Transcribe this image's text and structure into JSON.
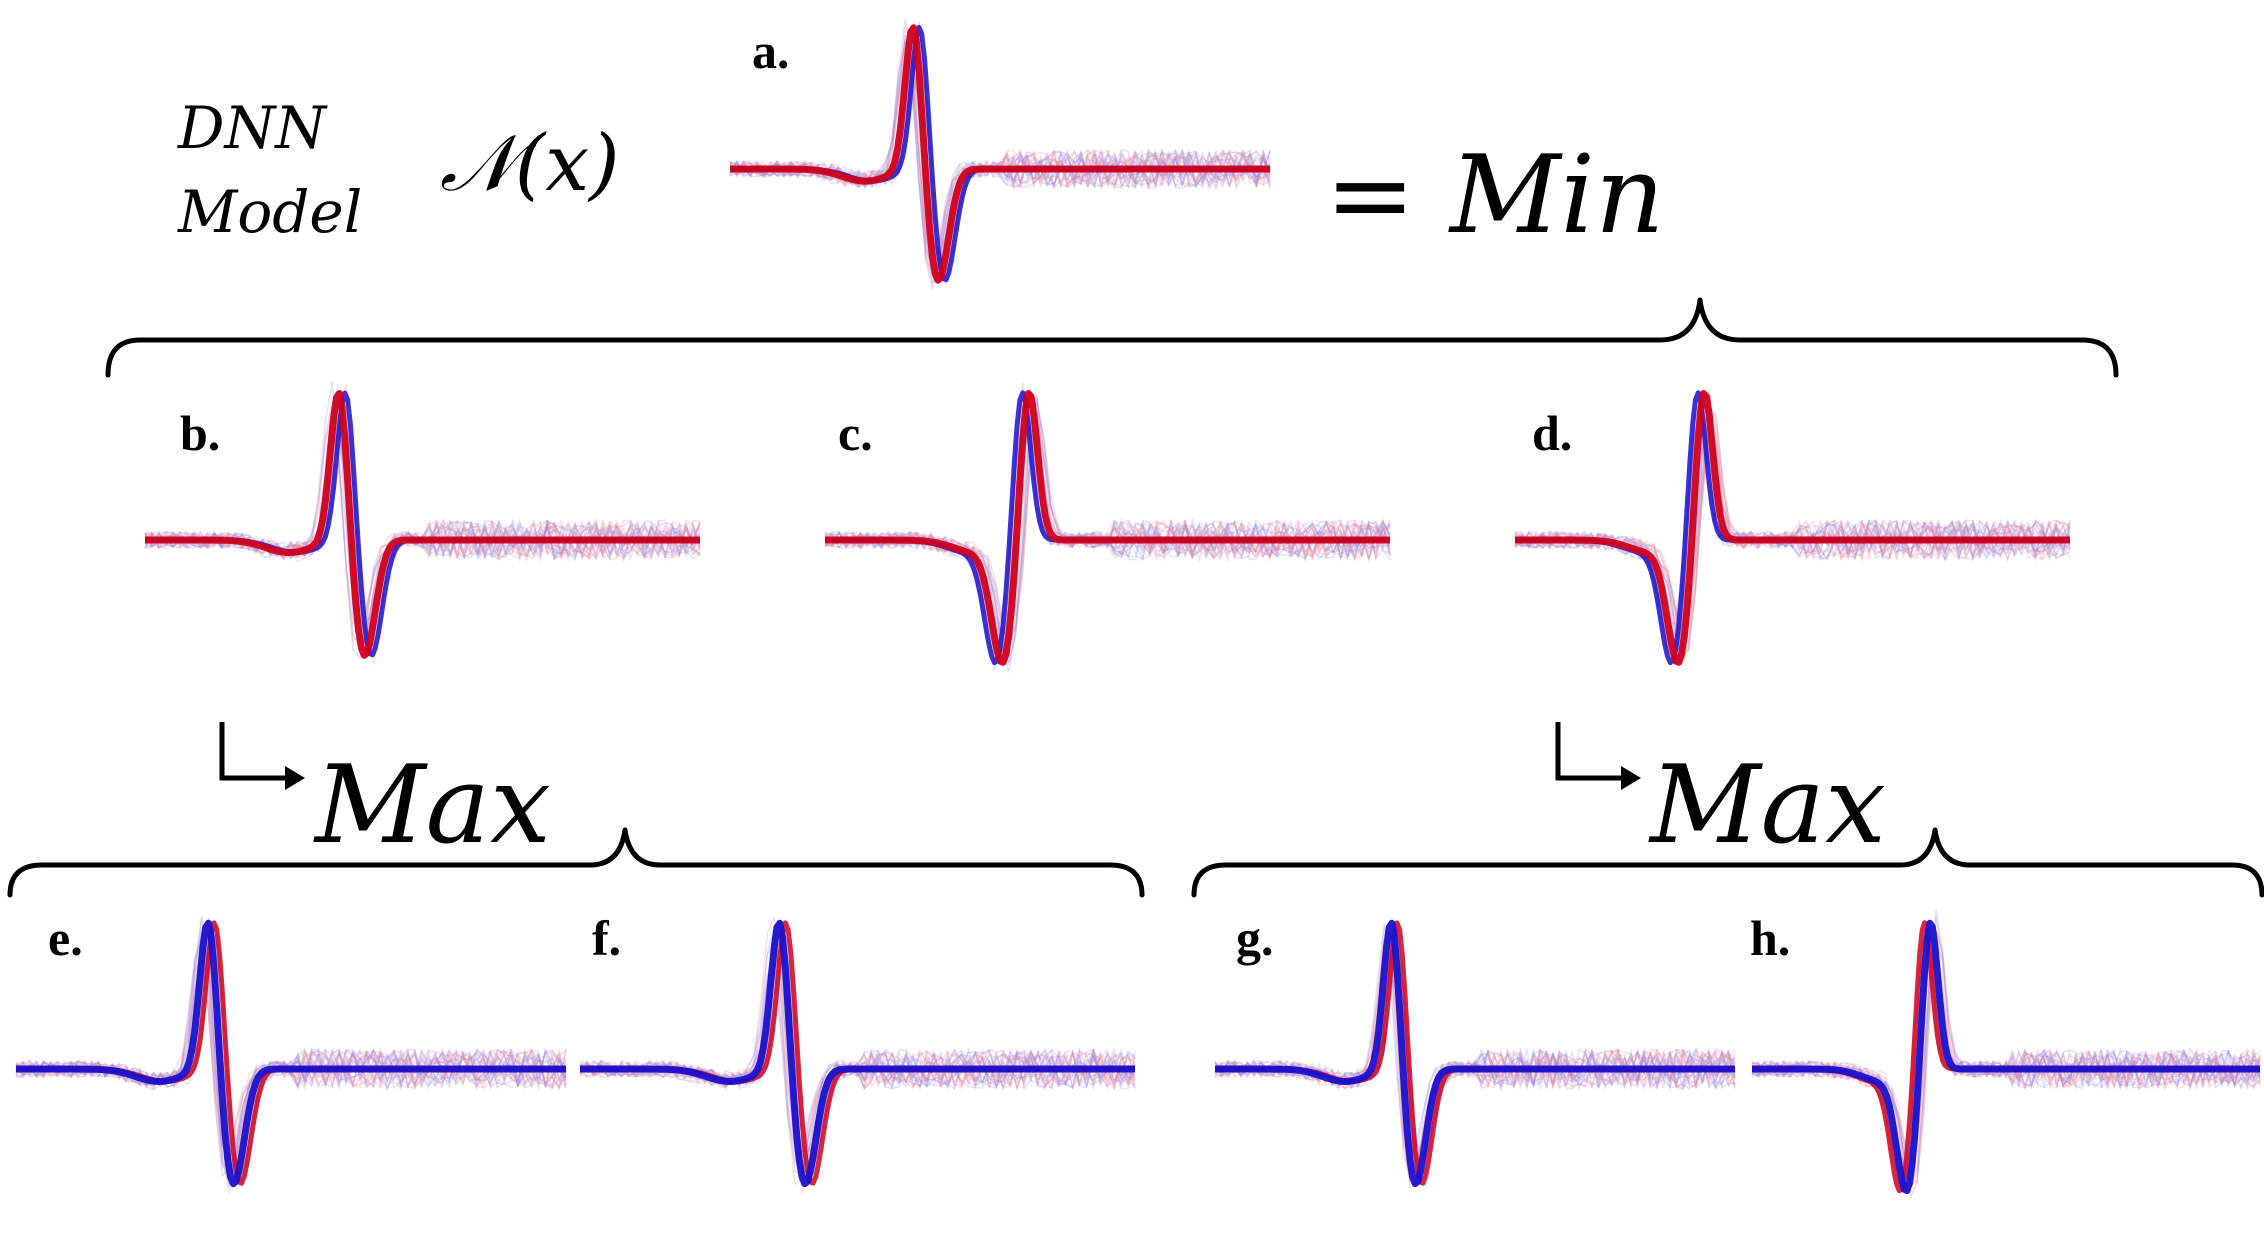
{
  "model": {
    "line1": "DNN",
    "line2": "Model",
    "function_label": "𝒩(x)"
  },
  "operators": {
    "min_label": "= Min",
    "max_label": "Max"
  },
  "panels": [
    {
      "id": "a",
      "label": "a.",
      "dominant": "red"
    },
    {
      "id": "b",
      "label": "b.",
      "dominant": "red"
    },
    {
      "id": "c",
      "label": "c.",
      "dominant": "red"
    },
    {
      "id": "d",
      "label": "d.",
      "dominant": "red"
    },
    {
      "id": "e",
      "label": "e.",
      "dominant": "blue"
    },
    {
      "id": "f",
      "label": "f.",
      "dominant": "blue"
    },
    {
      "id": "g",
      "label": "g.",
      "dominant": "blue"
    },
    {
      "id": "h",
      "label": "h.",
      "dominant": "blue"
    }
  ],
  "colors": {
    "red": "#d0001c",
    "blue": "#1a10cc",
    "red_faint": "#f08090",
    "blue_faint": "#8888f0"
  }
}
